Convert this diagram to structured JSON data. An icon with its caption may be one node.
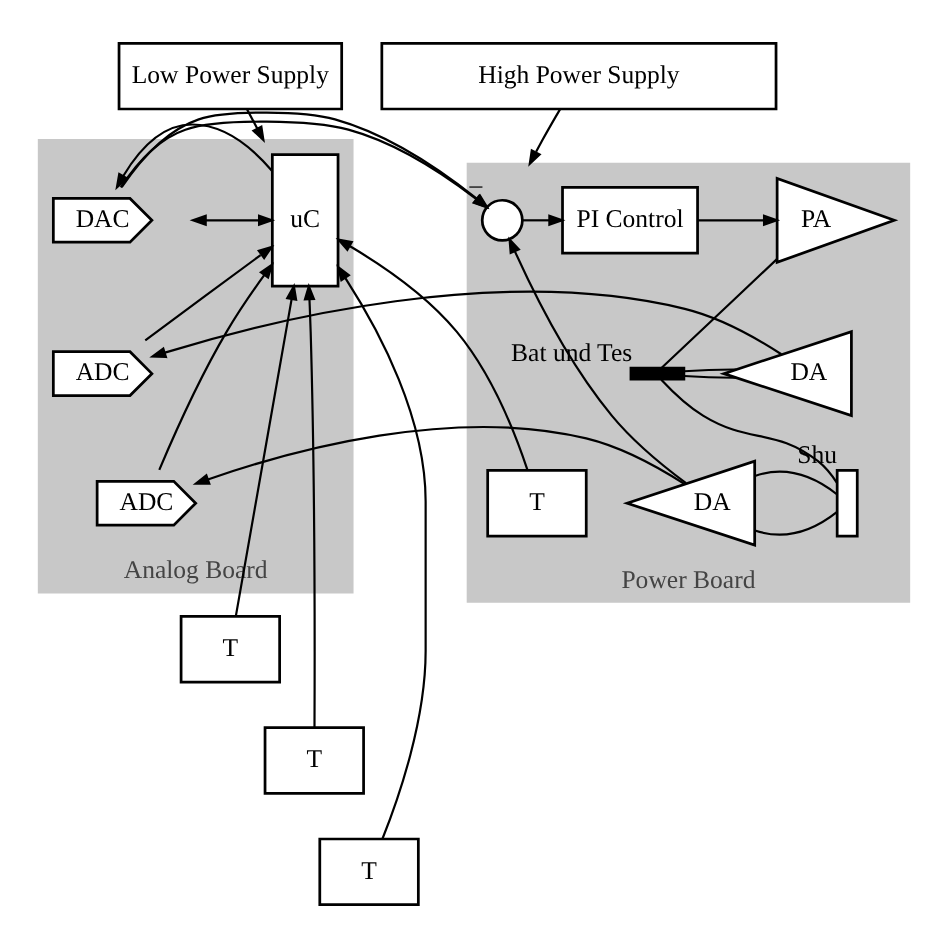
{
  "diagram": {
    "nodes": [
      {
        "text": [
          "Low Power Supply"
        ]
      },
      {
        "text": [
          "High Power Supply"
        ]
      },
      {
        "text": [
          "Analog Board"
        ]
      },
      {
        "text": [
          "uC"
        ],
        "in": 2
      },
      {
        "text": [
          "DAC"
        ],
        "in": 2
      },
      {
        "text": [
          "ADC"
        ],
        "in": 2
      },
      {
        "text": [
          "ADC"
        ],
        "in": 2
      },
      {
        "text": [
          "Power Board"
        ]
      },
      {
        "text": [],
        "shape": "circle",
        "beside": [
          "–"
        ],
        "in": 7
      },
      {
        "text": [
          "PI Control"
        ],
        "in": 7
      },
      {
        "text": [
          "PA"
        ],
        "in": 7
      },
      {
        "text": [
          "DA"
        ],
        "in": 7
      },
      {
        "text": [
          "DA"
        ],
        "in": 7
      },
      {
        "text": [
          "T"
        ],
        "in": 7
      },
      {
        "text": [],
        "shape": "battery",
        "beside": [
          "Bat und Tes"
        ],
        "in": 7
      },
      {
        "text": [],
        "shape": "box",
        "beside": [
          "Shu"
        ],
        "in": 7
      },
      {
        "text": [
          "T"
        ]
      },
      {
        "text": [
          "T"
        ]
      },
      {
        "text": [
          "T"
        ]
      }
    ],
    "edges": [
      {
        "from": 0,
        "to": 2,
        "arrow": "to"
      },
      {
        "from": 1,
        "to": 7,
        "arrow": "to"
      },
      {
        "from": null,
        "to": 3,
        "arrow": "both"
      },
      {
        "from": 3,
        "to": 4,
        "arrow": "to"
      },
      {
        "from": 4,
        "to": 8,
        "arrow": "to"
      },
      {
        "from": 8,
        "to": 9,
        "arrow": "to"
      },
      {
        "from": 9,
        "to": 10,
        "arrow": "to"
      },
      {
        "from": 10,
        "to": 14,
        "arrow": "none"
      },
      {
        "from": 14,
        "to": 11,
        "arrow": "none"
      },
      {
        "from": 14,
        "to": 11,
        "arrow": "none"
      },
      {
        "from": 14,
        "to": 15,
        "arrow": "none"
      },
      {
        "from": 15,
        "to": 12,
        "arrow": "none"
      },
      {
        "from": 15,
        "to": 12,
        "arrow": "none"
      },
      {
        "from": 11,
        "to": 5,
        "arrow": "to"
      },
      {
        "from": 12,
        "to": 6,
        "arrow": "to"
      },
      {
        "from": 12,
        "to": 8,
        "arrow": "to"
      },
      {
        "from": 5,
        "to": 3,
        "arrow": "to"
      },
      {
        "from": 6,
        "to": 3,
        "arrow": "to"
      },
      {
        "from": 13,
        "to": 3,
        "arrow": "to"
      },
      {
        "from": 16,
        "to": 3,
        "arrow": "to"
      },
      {
        "from": 17,
        "to": 3,
        "arrow": "to"
      },
      {
        "from": 18,
        "to": 3,
        "arrow": "to"
      }
    ]
  }
}
